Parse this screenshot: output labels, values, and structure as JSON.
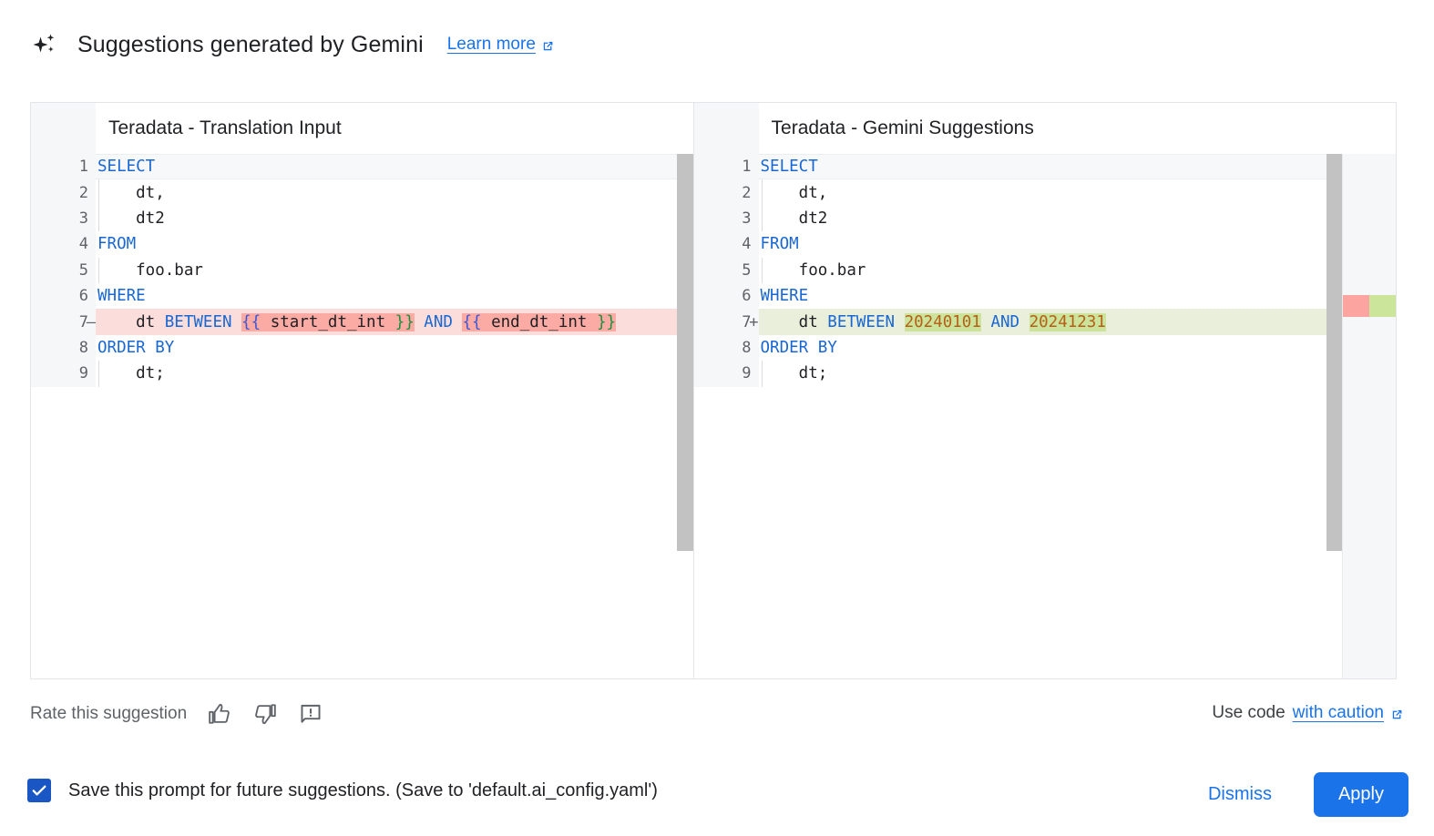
{
  "header": {
    "icon": "sparkle-icon",
    "title": "Suggestions generated by Gemini",
    "learn_more": "Learn more",
    "learn_more_icon": "external-link-icon",
    "link_color": "#1a73e8"
  },
  "diff": {
    "left": {
      "title": "Teradata - Translation Input",
      "lines": [
        {
          "num": "1",
          "sign": "",
          "state": "active",
          "indent": false
        },
        {
          "num": "2",
          "sign": "",
          "state": "",
          "indent": true
        },
        {
          "num": "3",
          "sign": "",
          "state": "",
          "indent": true
        },
        {
          "num": "4",
          "sign": "",
          "state": "",
          "indent": false
        },
        {
          "num": "5",
          "sign": "",
          "state": "",
          "indent": true
        },
        {
          "num": "6",
          "sign": "",
          "state": "",
          "indent": false
        },
        {
          "num": "7",
          "sign": "—",
          "state": "del",
          "indent": true
        },
        {
          "num": "8",
          "sign": "",
          "state": "",
          "indent": false
        },
        {
          "num": "9",
          "sign": "",
          "state": "",
          "indent": true
        }
      ],
      "code": [
        "SELECT",
        "    dt,",
        "    dt2",
        "FROM",
        "    foo.bar",
        "WHERE",
        "    dt BETWEEN {{ start_dt_int }} AND {{ end_dt_int }}",
        "ORDER BY",
        "    dt;"
      ]
    },
    "right": {
      "title": "Teradata - Gemini Suggestions",
      "lines": [
        {
          "num": "1",
          "sign": "",
          "state": "active",
          "indent": false
        },
        {
          "num": "2",
          "sign": "",
          "state": "",
          "indent": true
        },
        {
          "num": "3",
          "sign": "",
          "state": "",
          "indent": true
        },
        {
          "num": "4",
          "sign": "",
          "state": "",
          "indent": false
        },
        {
          "num": "5",
          "sign": "",
          "state": "",
          "indent": true
        },
        {
          "num": "6",
          "sign": "",
          "state": "",
          "indent": false
        },
        {
          "num": "7",
          "sign": "+",
          "state": "add",
          "indent": true
        },
        {
          "num": "8",
          "sign": "",
          "state": "",
          "indent": false
        },
        {
          "num": "9",
          "sign": "",
          "state": "",
          "indent": true
        }
      ],
      "code": [
        "SELECT",
        "    dt,",
        "    dt2",
        "FROM",
        "    foo.bar",
        "WHERE",
        "    dt BETWEEN 20240101 AND 20241231",
        "ORDER BY",
        "    dt;"
      ]
    },
    "colors": {
      "deleted_line_bg": "#fbdedc",
      "deleted_word_bg": "#fcaaa4",
      "added_line_bg": "#e9efda",
      "added_word_bg": "#cbe39b",
      "keyword": "#1967d2",
      "number": "#b65f17",
      "ruler_deleted": "#fca5a0",
      "ruler_added": "#cbe59a"
    }
  },
  "feedback": {
    "rate_label": "Rate this suggestion",
    "thumb_up_icon": "thumb-up-icon",
    "thumb_down_icon": "thumb-down-icon",
    "report_icon": "report-feedback-icon",
    "use_code_prefix": "Use code",
    "caution_link": "with caution",
    "caution_icon": "external-link-icon"
  },
  "bottom": {
    "checkbox_checked": true,
    "save_label": "Save this prompt for future suggestions. (Save to 'default.ai_config.yaml')",
    "dismiss_label": "Dismiss",
    "apply_label": "Apply",
    "apply_color": "#1a73e8"
  }
}
